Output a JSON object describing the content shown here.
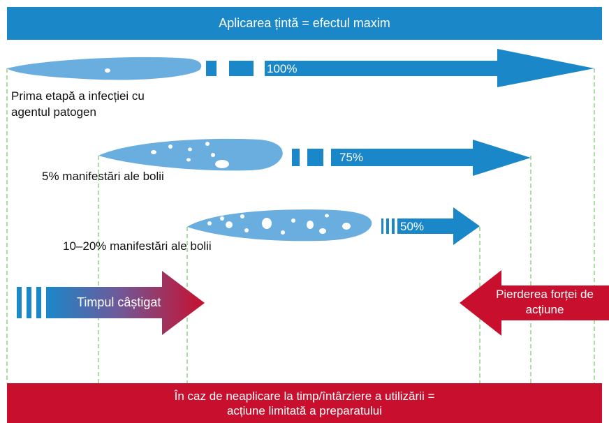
{
  "top_banner": "Aplicarea țintă = efectul maxim",
  "bottom_banner": {
    "line1": "În caz de neaplicare la timp/întârziere a utilizării =",
    "line2": "acțiune limitată a preparatului"
  },
  "stages": [
    {
      "percent": "100%",
      "label_line1": "Prima etapă a infecției cu",
      "label_line2": "agentul patogen"
    },
    {
      "percent": "75%",
      "label": "5% manifestări ale bolii"
    },
    {
      "percent": "50%",
      "label": "10–20% manifestări ale bolii"
    }
  ],
  "time_gained": "Timpul câștigat",
  "loss": {
    "line1": "Pierderea forței de",
    "line2": "acțiune"
  },
  "colors": {
    "blue": "#1a87c9",
    "leaf_blue": "#6aaee0",
    "red": "#c8102e",
    "guide_green": "#55bb44"
  }
}
